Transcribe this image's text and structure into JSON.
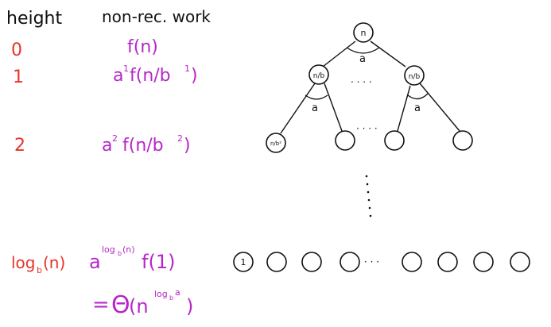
{
  "headers": {
    "height": "height",
    "work": "non-rec. work"
  },
  "rows": [
    {
      "height": "0",
      "work": "f(n)"
    },
    {
      "height": "1",
      "work_base": "a",
      "work_exp": "1",
      "work_rest": "f(n/b",
      "work_rest_exp": "1",
      "work_close": ")"
    },
    {
      "height": "2",
      "work_base": "a",
      "work_exp": "2",
      "work_rest": "f(n/b",
      "work_rest_exp": "2",
      "work_close": ")"
    },
    {
      "height_base": "log",
      "height_sub": "b",
      "height_rest": "(n)",
      "work_base": "a",
      "work_exp": "log",
      "work_exp_sub": "b",
      "work_exp_rest": "(n)",
      "work_rest": "f(1)"
    }
  ],
  "result": {
    "eq": "=",
    "theta": "Θ",
    "open": "(n",
    "exp_base": "log",
    "exp_sub": "b",
    "exp_rest": "a",
    "close": ")"
  },
  "tree": {
    "root_label": "n",
    "child_label": "n/b",
    "grandchild_label": "n/b²",
    "leaf_label": "1",
    "branch_label": "a",
    "dots_children": ". . . .",
    "dots_leaves": "· · ·",
    "dots_grand": "· · · ·"
  },
  "colors": {
    "ink": "#111111",
    "height_red": "#e8322a",
    "work_purple": "#b726c9"
  }
}
